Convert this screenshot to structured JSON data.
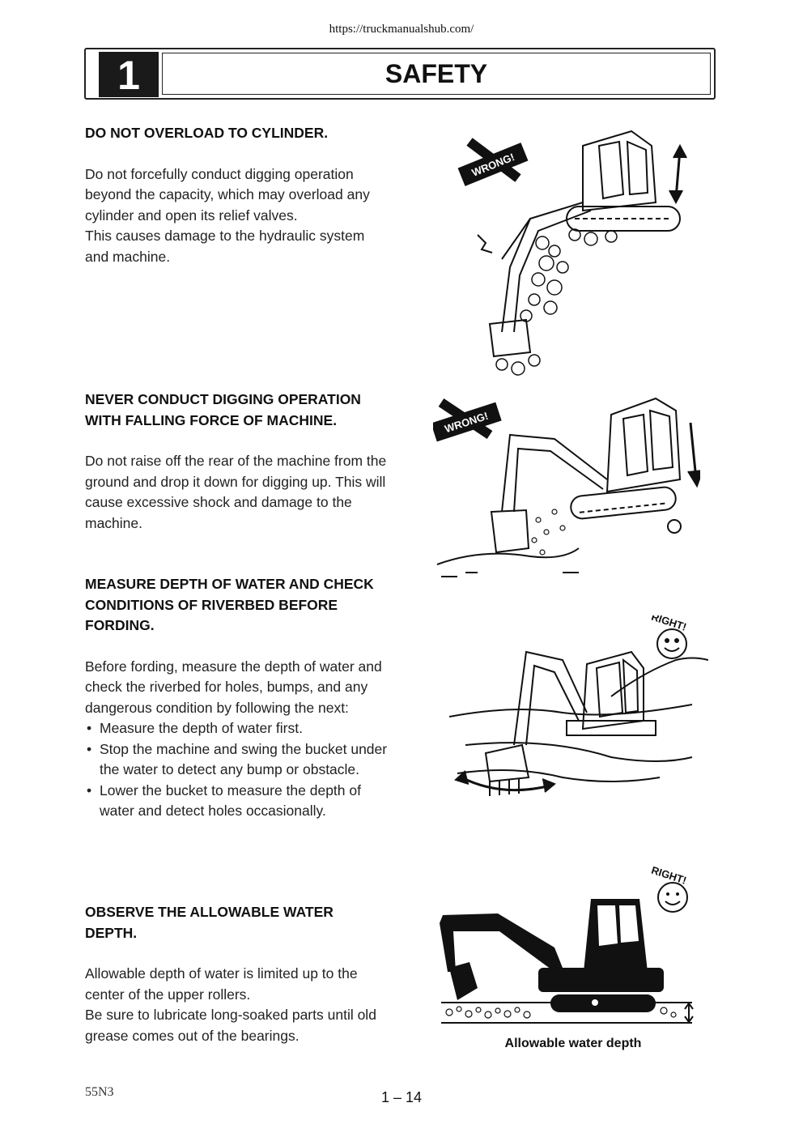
{
  "url": "https://truckmanualshub.com/",
  "header": {
    "chapter": "1",
    "title": "SAFETY"
  },
  "sections": [
    {
      "heading": "DO NOT OVERLOAD TO CYLINDER.",
      "paragraphs": [
        "Do not forcefully conduct digging operation beyond the capacity, which may overload any cylinder and open its relief valves.",
        "This causes damage to the hydraulic system and machine."
      ]
    },
    {
      "heading": "NEVER CONDUCT DIGGING OPERATION WITH FALLING FORCE OF MACHINE.",
      "paragraphs": [
        "Do not raise off the rear of the machine from the ground and drop it down for digging up. This will cause excessive shock and damage to the machine."
      ]
    },
    {
      "heading": "MEASURE DEPTH OF WATER AND CHECK CONDITIONS OF RIVERBED BEFORE FORDING.",
      "paragraphs": [
        "Before fording, measure the depth of water and check the riverbed for holes, bumps, and any dangerous condition by following the next:"
      ],
      "bullets": [
        "Measure the depth of water first.",
        "Stop the machine and swing the bucket under the water to detect any bump or obstacle.",
        "Lower the bucket to measure the depth of water and detect holes occasionally."
      ]
    },
    {
      "heading": "OBSERVE THE ALLOWABLE WATER DEPTH.",
      "paragraphs": [
        "Allowable depth of water is limited up to the center of the upper rollers.",
        "Be sure to lubricate long-soaked parts until old grease comes out of the bearings."
      ]
    }
  ],
  "figures": {
    "wrong_label": "WRONG!",
    "right_label": "RIGHT!",
    "caption": "Allowable water depth"
  },
  "footer": {
    "code": "55N3",
    "page": "1 – 14"
  }
}
